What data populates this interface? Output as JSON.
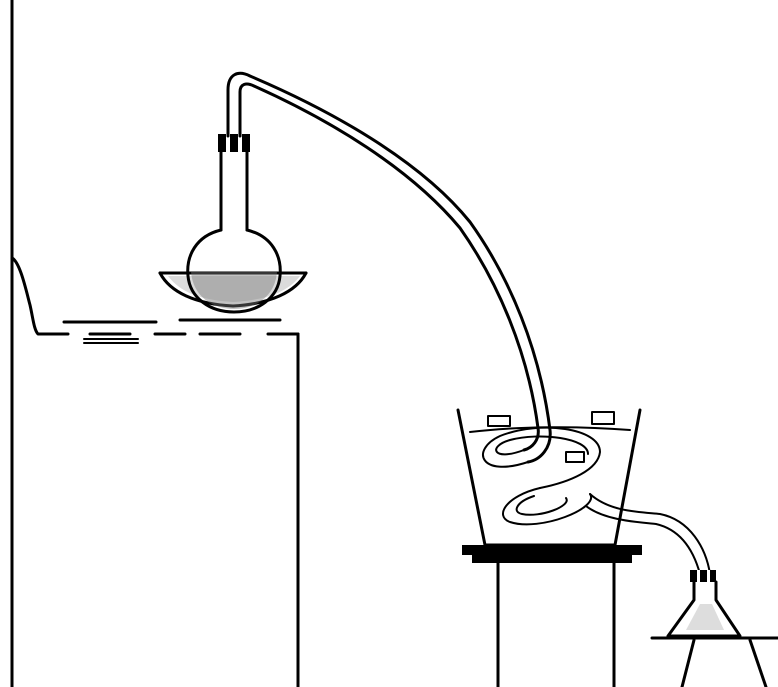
{
  "diagram": {
    "type": "laboratory-apparatus",
    "components": [
      "stand-rod",
      "heater-block",
      "sand-bath",
      "round-bottom-flask",
      "delivery-tube",
      "cooling-bath",
      "coil-condenser",
      "tripod-stand",
      "conical-receiving-flask",
      "receiver-stand"
    ],
    "colors": {
      "ink": "#000000",
      "background": "#ffffff"
    }
  }
}
